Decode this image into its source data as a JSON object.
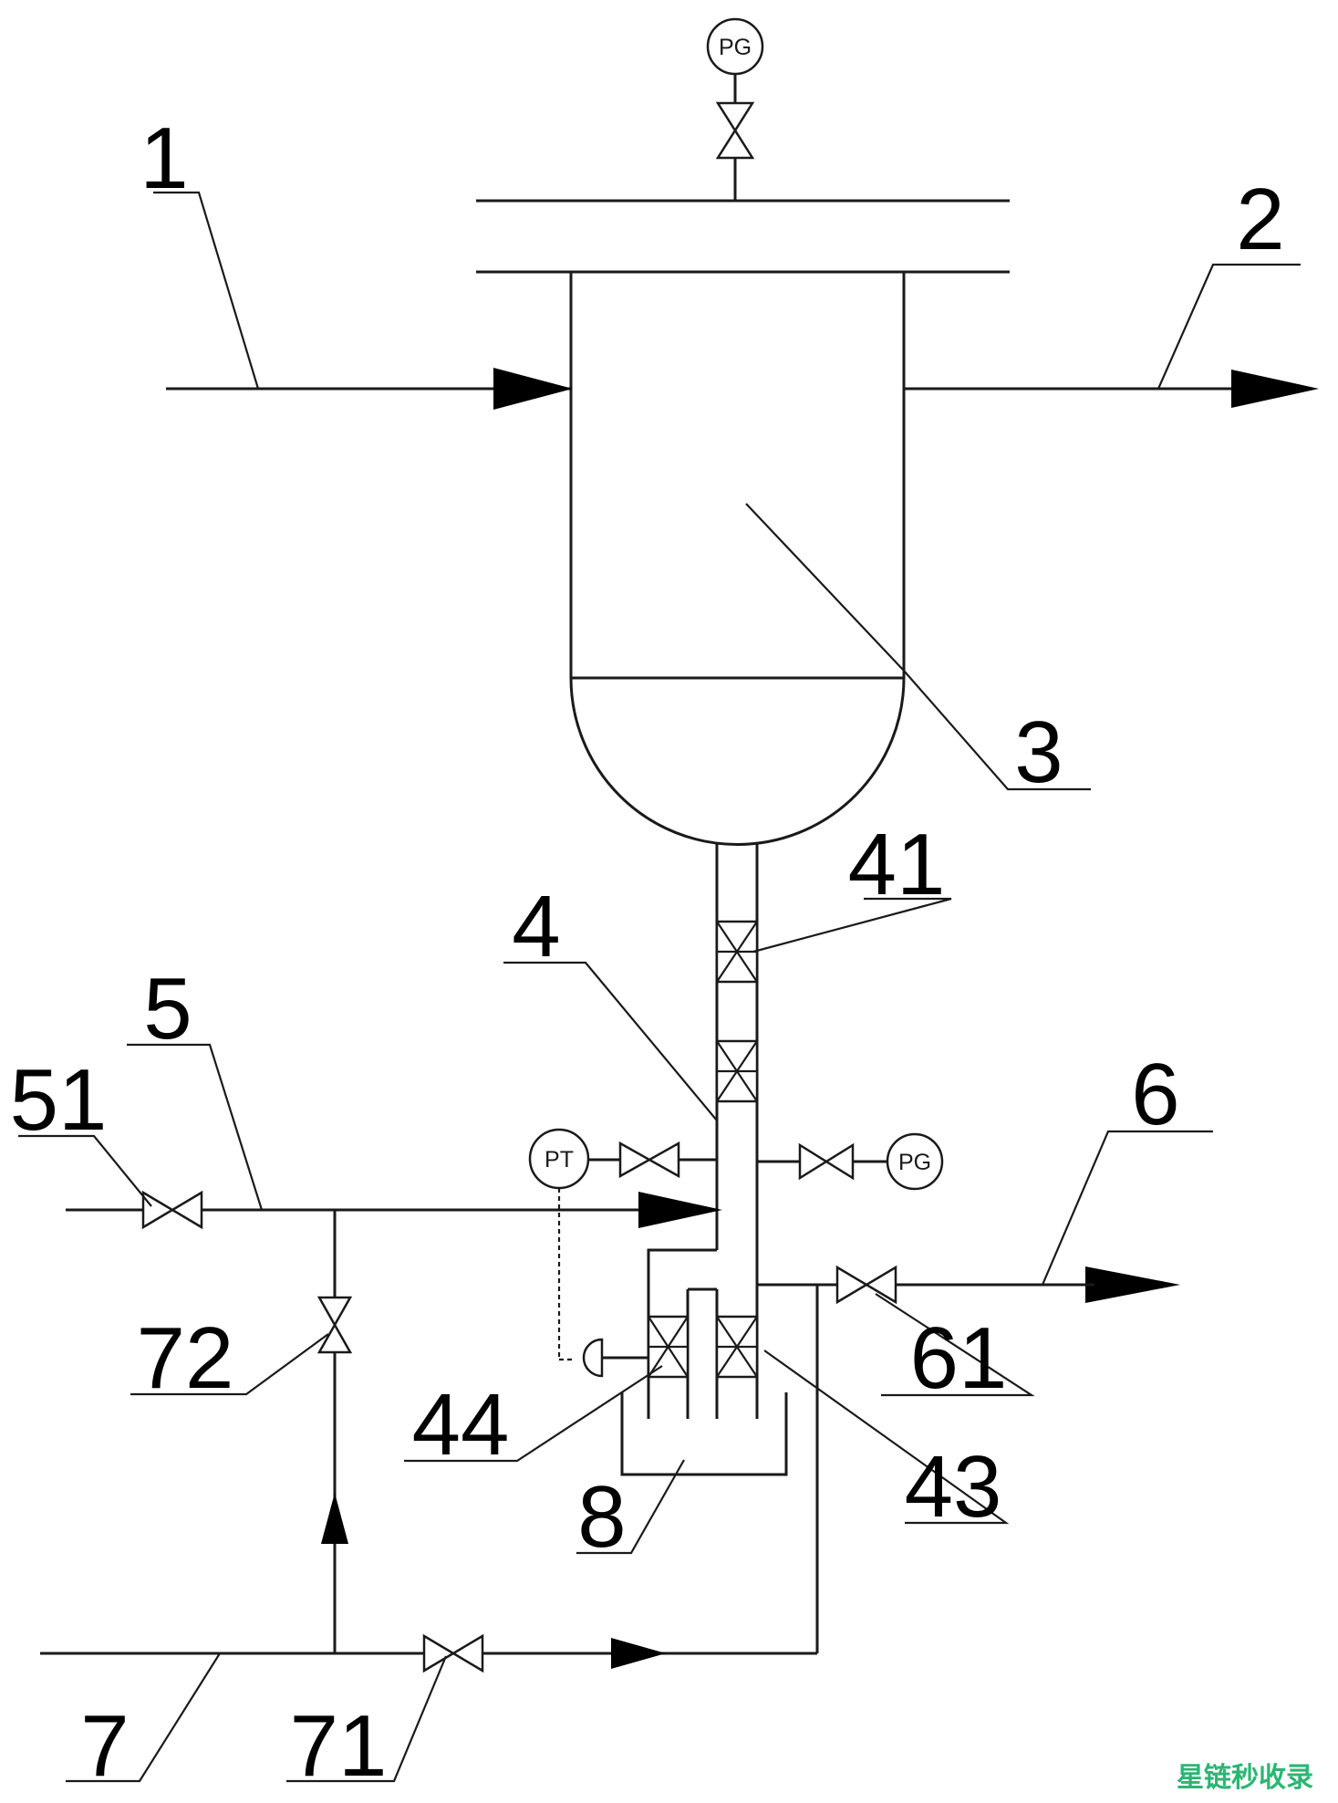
{
  "labels": {
    "l1": "1",
    "l2": "2",
    "l3": "3",
    "l4": "4",
    "l41": "41",
    "l5": "5",
    "l51": "51",
    "l6": "6",
    "l61": "61",
    "l72": "72",
    "l44": "44",
    "l43": "43",
    "l8": "8",
    "l7": "7",
    "l71": "71"
  },
  "instruments": {
    "pg_top": "PG",
    "pt": "PT",
    "pg_side": "PG"
  },
  "watermark": "星链秒收录",
  "colors": {
    "line": "#1a1a1a",
    "watermark": "#2bb673"
  }
}
